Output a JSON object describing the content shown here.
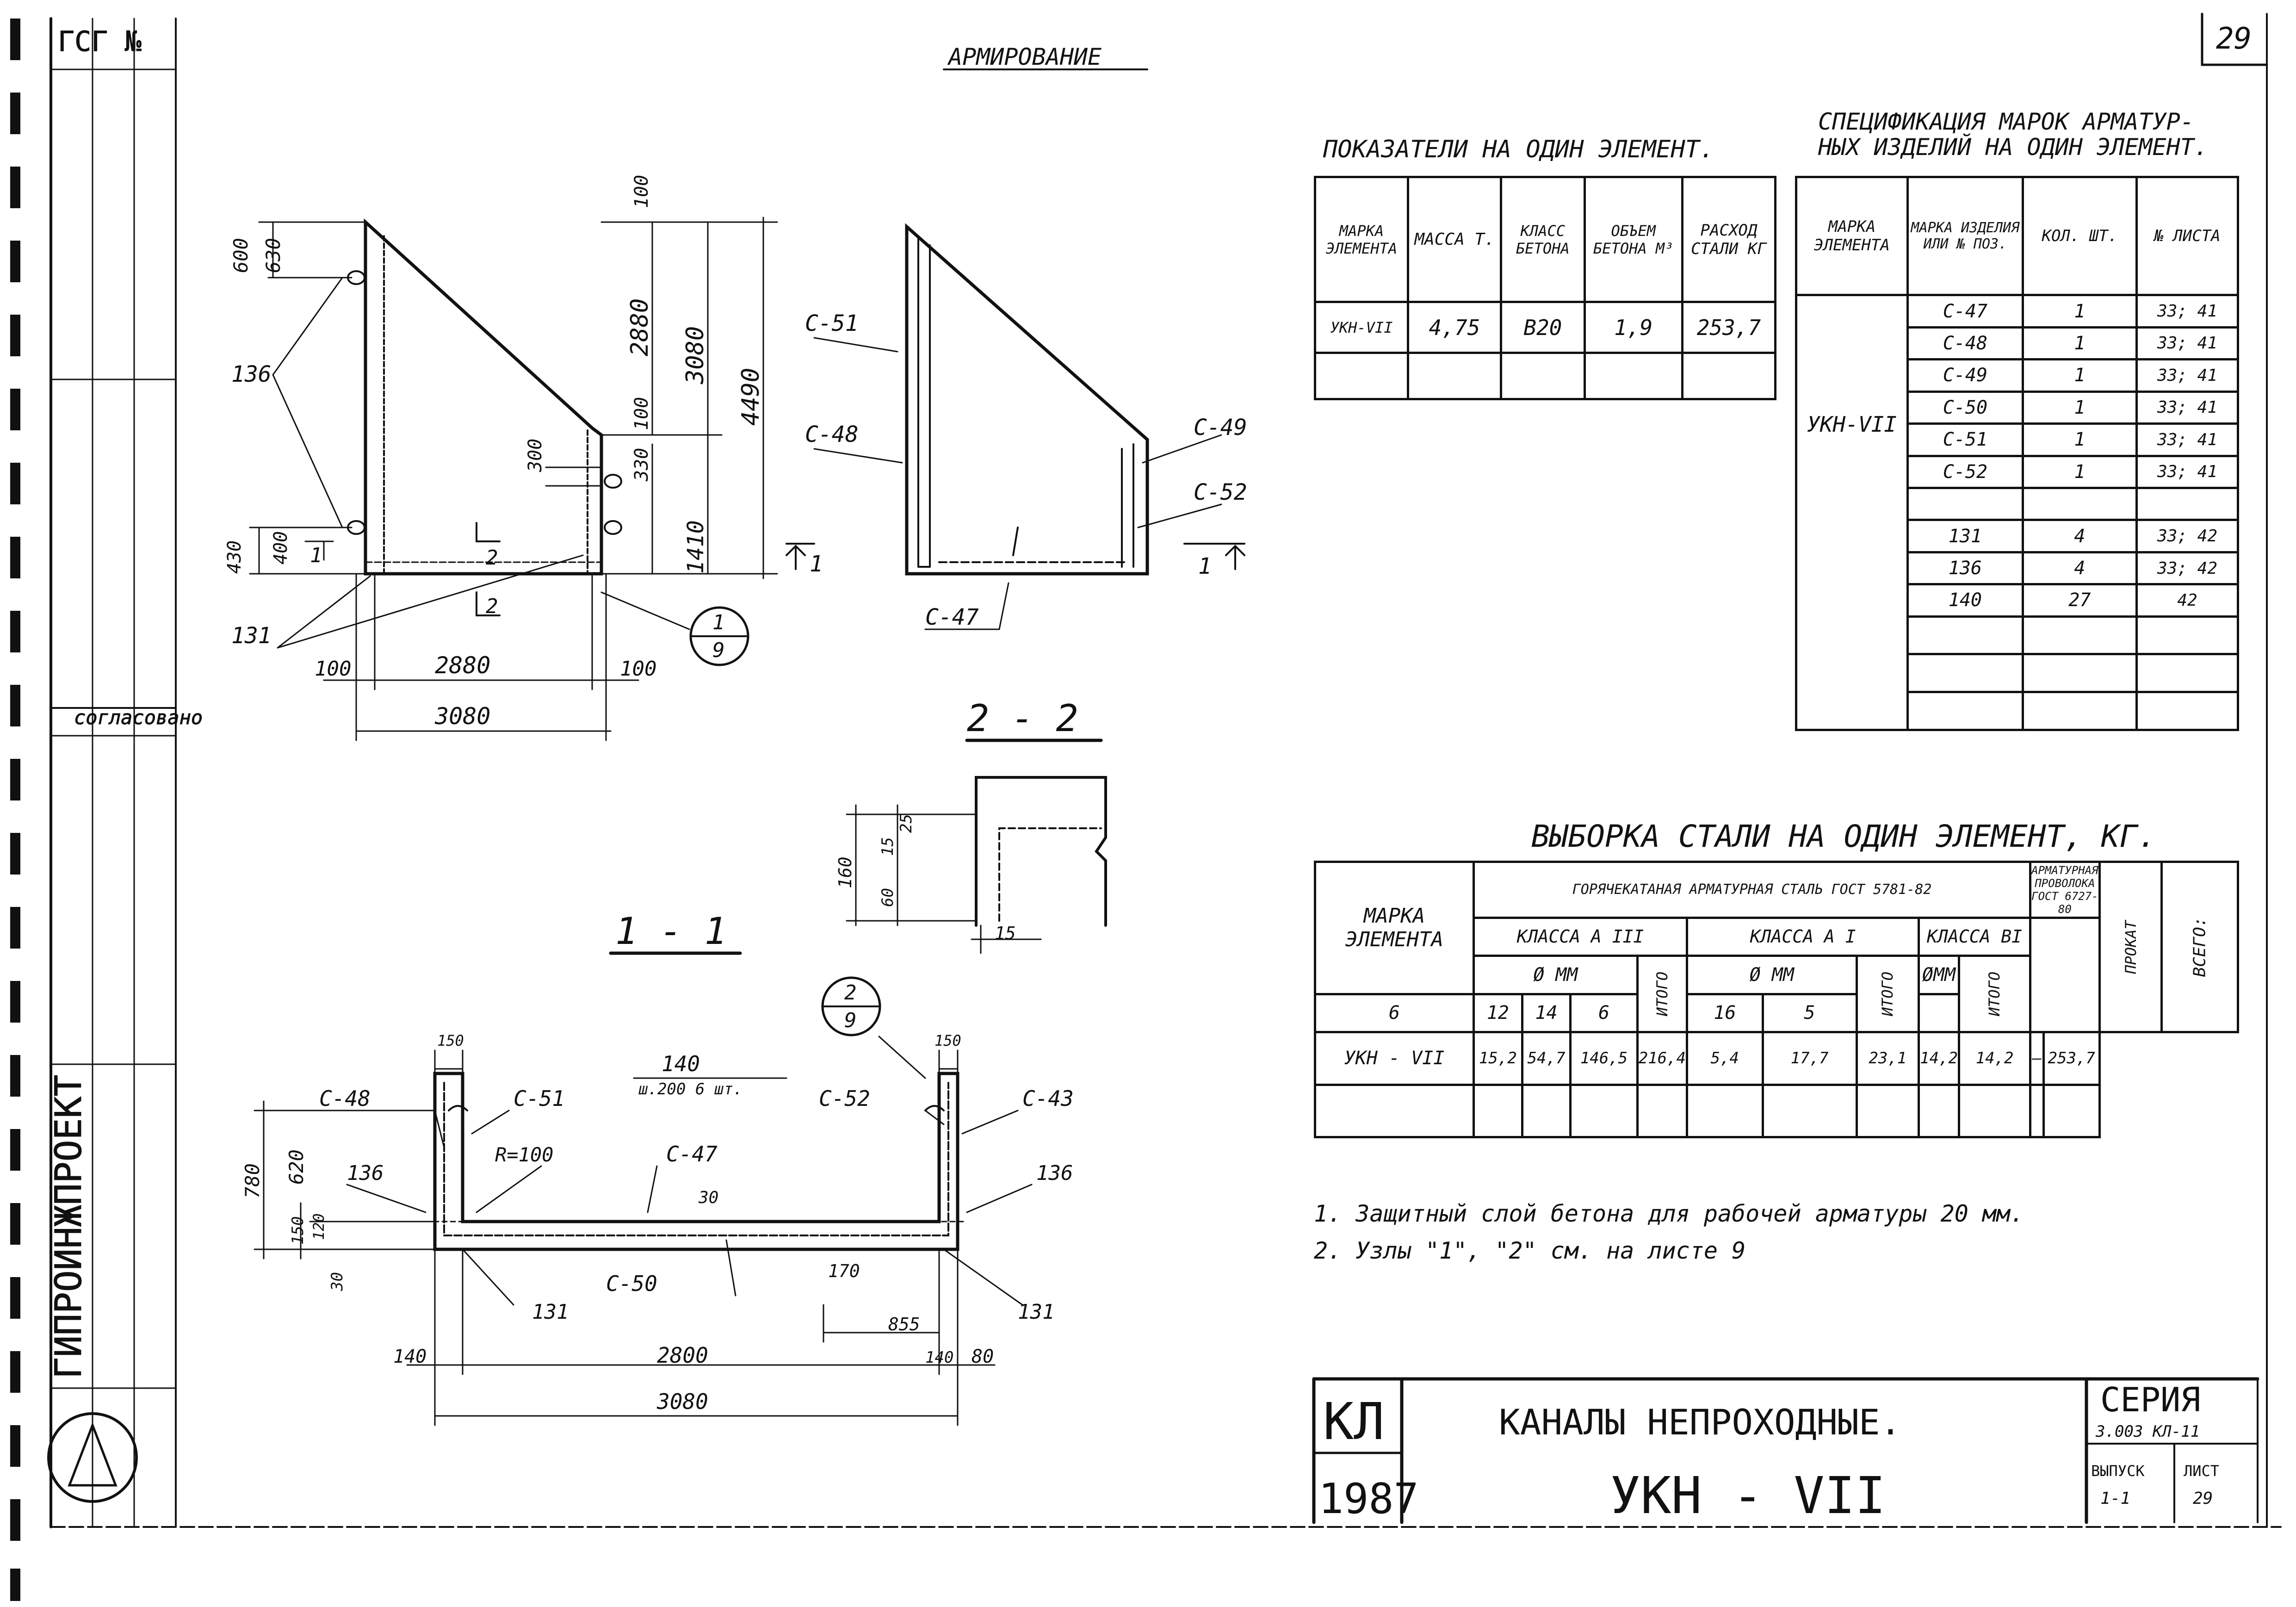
{
  "page_number": "29",
  "drawing_title": "АРМИРОВАНИЕ",
  "margin_stamp": {
    "org": "ГИПРОИНЖПРОЕКТ",
    "inv": "ГСГ №",
    "agreed": "согласовано"
  },
  "elevation": {
    "dims": {
      "top_600": "600",
      "top_630": "630",
      "r_100a": "100",
      "r_2880": "2880",
      "r_3080": "3080",
      "r_4490": "4490",
      "r_100b": "100",
      "m_300": "300",
      "m_330": "330",
      "r_1410": "1410",
      "l_430": "430",
      "l_400": "400",
      "b_100l": "100",
      "b_2880": "2880",
      "b_100r": "100",
      "b_3080": "3080"
    },
    "labels": {
      "l136": "136",
      "l131": "131",
      "sec1": "1",
      "sec2a": "2",
      "sec2b": "2",
      "node_top": "1",
      "node_bot": "9"
    }
  },
  "reinforcement_view": {
    "labels": {
      "c51": "С-51",
      "c48": "С-48",
      "c49": "С-49",
      "c52": "С-52",
      "c47": "С-47",
      "sec1a": "1",
      "sec1b": "1"
    }
  },
  "section_22": {
    "title": "2 - 2",
    "dims": {
      "d160": "160",
      "d15a": "15",
      "d25": "25",
      "d60": "60",
      "d15b": "15"
    }
  },
  "section_11": {
    "title": "1 - 1",
    "labels": {
      "c48": "С-48",
      "c51": "С-51",
      "c52": "С-52",
      "c43": "С-43",
      "c47": "С-47",
      "c50": "С-50",
      "l136a": "136",
      "l136b": "136",
      "l131a": "131",
      "l131b": "131",
      "r100": "R=100",
      "step": "ш.200 6 шт.",
      "d140top": "140",
      "d150l": "150",
      "d150r": "150",
      "d780": "780",
      "d620": "620",
      "d150v": "150",
      "d120": "120",
      "d30v": "30",
      "d30c": "30",
      "d170": "170",
      "d855": "855",
      "b140": "140",
      "b2800": "2800",
      "b140r": "140",
      "b80": "80",
      "b3080": "3080",
      "node_top": "2",
      "node_bot": "9"
    }
  },
  "indicators": {
    "title": "ПОКАЗАТЕЛИ НА ОДИН ЭЛЕМЕНТ.",
    "headers": [
      "МАРКА ЭЛЕМЕНТА",
      "МАССА Т.",
      "КЛАСС БЕТОНА",
      "ОБЪЕМ БЕТОНА М³",
      "РАСХОД СТАЛИ КГ"
    ],
    "row": [
      "УКН-VII",
      "4,75",
      "B20",
      "1,9",
      "253,7"
    ]
  },
  "spec": {
    "title_1": "СПЕЦИФИКАЦИЯ МАРОК АРМАТУР-",
    "title_2": "НЫХ ИЗДЕЛИЙ НА ОДИН ЭЛЕМЕНТ.",
    "headers": [
      "МАРКА ЭЛЕМЕНТА",
      "МАРКА ИЗДЕЛИЯ ИЛИ № ПОЗ.",
      "КОЛ. ШТ.",
      "№ ЛИСТА"
    ],
    "element": "УКН-VII",
    "rows": [
      [
        "С-47",
        "1",
        "33; 41"
      ],
      [
        "С-48",
        "1",
        "33; 41"
      ],
      [
        "С-49",
        "1",
        "33; 41"
      ],
      [
        "С-50",
        "1",
        "33; 41"
      ],
      [
        "С-51",
        "1",
        "33; 41"
      ],
      [
        "С-52",
        "1",
        "33; 41"
      ],
      [
        "",
        "",
        ""
      ],
      [
        "131",
        "4",
        "33; 42"
      ],
      [
        "136",
        "4",
        "33; 42"
      ],
      [
        "140",
        "27",
        "42"
      ]
    ]
  },
  "steel": {
    "title": "ВЫБОРКА СТАЛИ НА ОДИН ЭЛЕМЕНТ, КГ.",
    "col_mark": "МАРКА ЭЛЕМЕНТА",
    "group_hot": "ГОРЯЧЕКАТАНАЯ АРМАТУРНАЯ СТАЛЬ ГОСТ 5781-82",
    "group_wire": "АРМАТУРНАЯ ПРОВОЛОКА ГОСТ 6727-80",
    "class_a3": "КЛАССА А III",
    "class_a1": "КЛАССА А I",
    "class_b1": "КЛАССА ВI",
    "diam": "Ø ММ",
    "diam_b": "ØММ",
    "itogo": "ИТОГО",
    "prokat": "ПРОКАТ",
    "vsego": "ВСЕГО:",
    "d_a3": [
      "6",
      "12",
      "14"
    ],
    "d_a1": [
      "6",
      "16"
    ],
    "d_b1": [
      "5"
    ],
    "row": [
      "УКН - VII",
      "15,2",
      "54,7",
      "146,5",
      "216,4",
      "5,4",
      "17,7",
      "23,1",
      "14,2",
      "14,2",
      "—",
      "253,7"
    ]
  },
  "notes": [
    "1. Защитный слой бетона для рабочей арматуры 20 мм.",
    "2. Узлы \"1\", \"2\" см. на листе 9"
  ],
  "title_block": {
    "code": "КЛ",
    "year": "1987",
    "name": "КАНАЛЫ НЕПРОХОДНЫЕ.",
    "mark": "УКН - VII",
    "series_label": "СЕРИЯ",
    "series": "3.003 КЛ-11",
    "issue_label": "ВЫПУСК",
    "issue": "1-1",
    "sheet_label": "ЛИСТ",
    "sheet": "29"
  }
}
